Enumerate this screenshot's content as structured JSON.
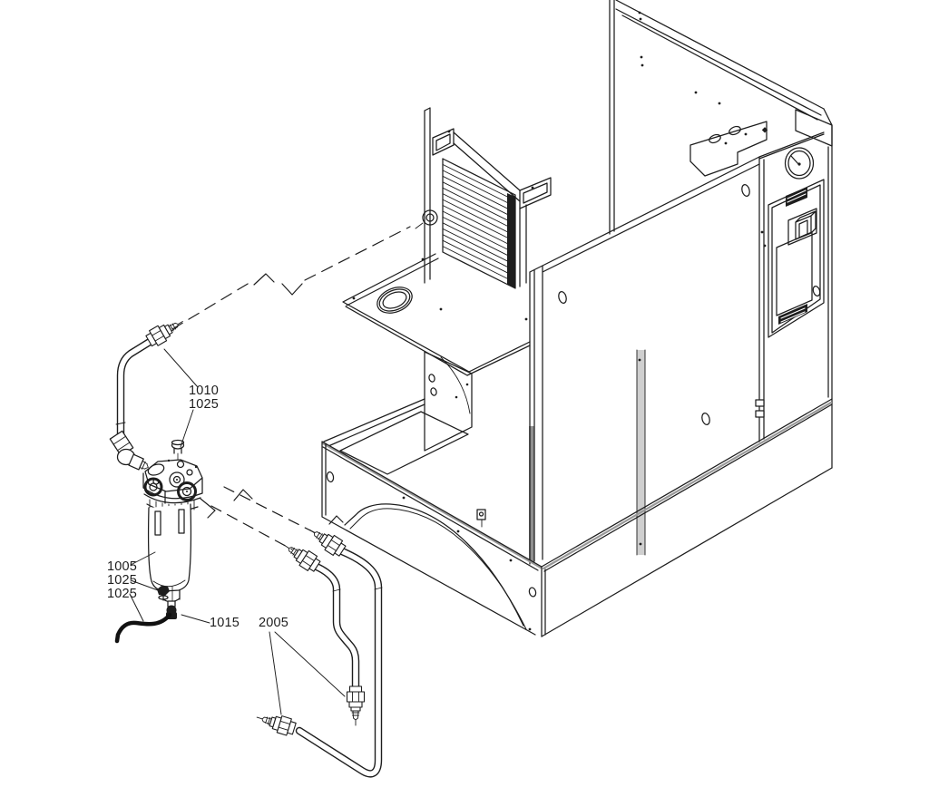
{
  "page": {
    "background_color": "#ffffff",
    "line_color": "#1d1d1d",
    "shading_color": "#999999"
  },
  "callouts": {
    "inlet_fitting": {
      "lines": [
        "1010",
        "1025"
      ]
    },
    "filter_assembly": {
      "lines": [
        "1005",
        "1025",
        "1025"
      ]
    },
    "drain_fitting": {
      "lines": [
        "1015"
      ]
    },
    "tubes": {
      "lines": [
        "2005"
      ]
    }
  }
}
